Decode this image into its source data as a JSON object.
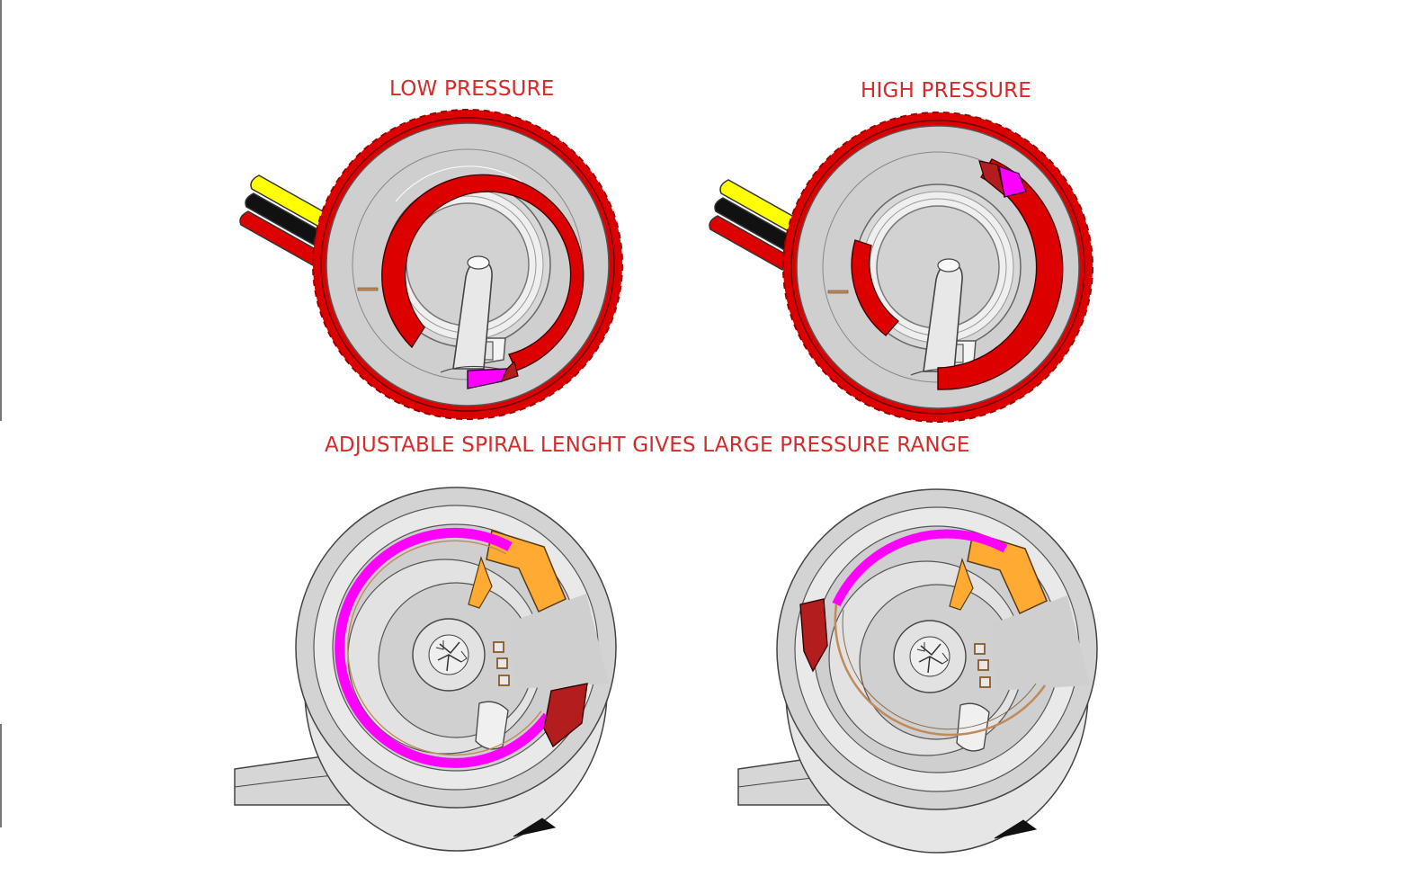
{
  "labels": {
    "low_pressure": "LOW PRESSURE",
    "high_pressure": "HIGH PRESSURE",
    "caption": "ADJUSTABLE SPIRAL LENGHT GIVES LARGE PRESSURE RANGE"
  },
  "colors": {
    "label_red": "#d42a2a",
    "dial_red": "#dd0000",
    "dark_red": "#b31d1d",
    "magenta": "#ff00ff",
    "orange": "#ffaa33",
    "wire_yellow": "#ffff00",
    "wire_black": "#111111",
    "body_grey": "#cccccc",
    "light_grey": "#e8e8e8",
    "copper": "#c08a5a"
  },
  "icons": {
    "dial": "gear-dial-icon",
    "wires": "tri-wire-icon",
    "needle": "pointer-needle-icon",
    "screw": "cross-screw-icon"
  }
}
